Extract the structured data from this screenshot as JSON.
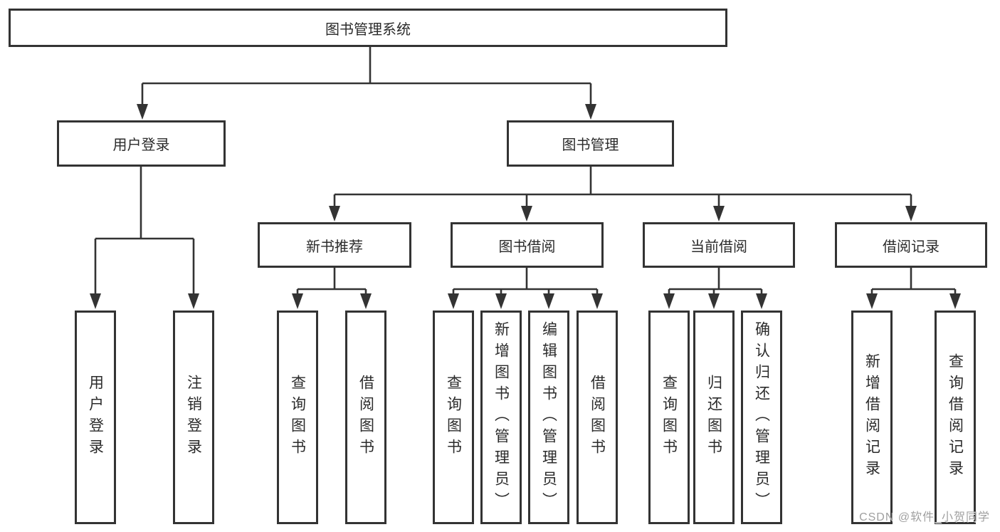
{
  "root": {
    "label": "图书管理系统"
  },
  "level2": [
    {
      "label": "用户登录"
    },
    {
      "label": "图书管理"
    }
  ],
  "level3": [
    {
      "label": "新书推荐"
    },
    {
      "label": "图书借阅"
    },
    {
      "label": "当前借阅"
    },
    {
      "label": "借阅记录"
    }
  ],
  "leaves": [
    {
      "label": "用户登录"
    },
    {
      "label": "注销登录"
    },
    {
      "label": "查询图书"
    },
    {
      "label": "借阅图书"
    },
    {
      "label": "查询图书"
    },
    {
      "label": "新增图书（管理员）"
    },
    {
      "label": "编辑图书（管理员）"
    },
    {
      "label": "借阅图书"
    },
    {
      "label": "查询图书"
    },
    {
      "label": "归还图书"
    },
    {
      "label": "确认归还（管理员）"
    },
    {
      "label": "新增借阅记录"
    },
    {
      "label": "查询借阅记录"
    }
  ],
  "watermark": "CSDN @软件_小贺同学",
  "colors": {
    "line": "#333333",
    "text": "#2b2b2b",
    "watermark": "#a0a0a0",
    "bg": "#ffffff"
  }
}
